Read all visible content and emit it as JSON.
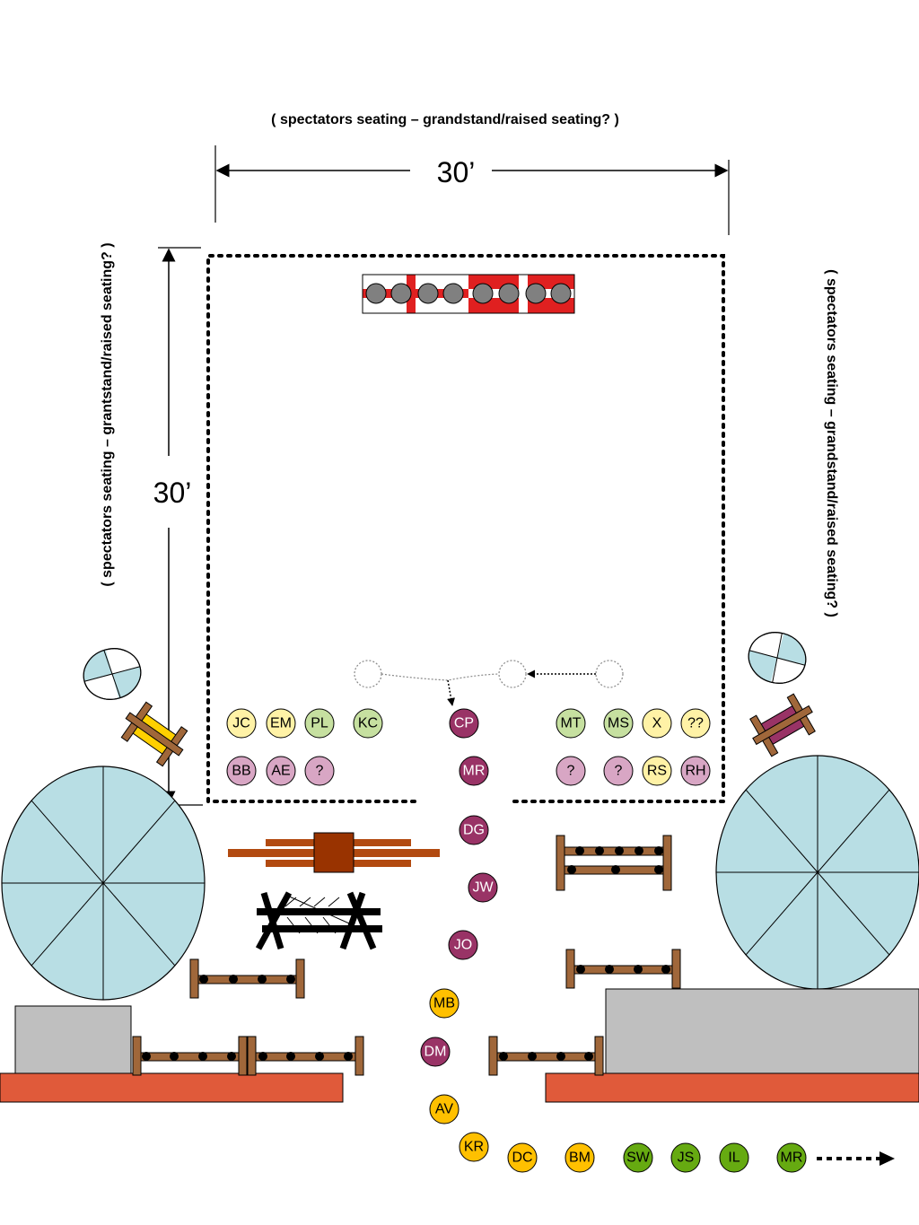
{
  "labels": {
    "top_spectators": "( spectators seating – grandstand/raised seating? )",
    "left_spectators": "( spectators seating – grantstand/raised seating? )",
    "right_spectators": "( spectators seating – grandstand/raised seating? )",
    "width_dimension": "30’",
    "height_dimension": "30’"
  },
  "colors": {
    "green": "#C6E0A0",
    "yellow": "#FFF2A6",
    "pink": "#D8A6C4",
    "maroon": "#993366",
    "gold": "#FFC000",
    "lime": "#66AA11",
    "lightblue": "#B8DEE4",
    "gray": "#BFBFBF",
    "brick": "#E05A3A",
    "wood": "#A0673A",
    "rust": "#B24A10"
  },
  "people": {
    "row1_left": [
      {
        "text": "JC",
        "color": "yellow"
      },
      {
        "text": "EM",
        "color": "yellow"
      },
      {
        "text": "PL",
        "color": "green"
      },
      {
        "text": "KC",
        "color": "green"
      }
    ],
    "row2_left": [
      {
        "text": "BB",
        "color": "pink"
      },
      {
        "text": "AE",
        "color": "pink"
      },
      {
        "text": "?",
        "color": "pink"
      }
    ],
    "row1_right": [
      {
        "text": "MT",
        "color": "green"
      },
      {
        "text": "MS",
        "color": "green"
      },
      {
        "text": "X",
        "color": "yellow"
      },
      {
        "text": "??",
        "color": "yellow"
      }
    ],
    "row2_right": [
      {
        "text": "?",
        "color": "pink"
      },
      {
        "text": "?",
        "color": "pink"
      },
      {
        "text": "RS",
        "color": "yellow"
      },
      {
        "text": "RH",
        "color": "pink"
      }
    ],
    "center_column": [
      {
        "text": "CP",
        "color": "maroon"
      },
      {
        "text": "MR",
        "color": "maroon"
      },
      {
        "text": "DG",
        "color": "maroon"
      },
      {
        "text": "JW",
        "color": "maroon"
      },
      {
        "text": "JO",
        "color": "maroon"
      },
      {
        "text": "MB",
        "color": "gold"
      },
      {
        "text": "DM",
        "color": "maroon"
      },
      {
        "text": "AV",
        "color": "gold"
      }
    ],
    "bottom_row": [
      {
        "text": "KR",
        "color": "gold"
      },
      {
        "text": "DC",
        "color": "gold"
      },
      {
        "text": "BM",
        "color": "gold"
      },
      {
        "text": "SW",
        "color": "lime"
      },
      {
        "text": "JS",
        "color": "lime"
      },
      {
        "text": "IL",
        "color": "lime"
      },
      {
        "text": "MR",
        "color": "lime"
      }
    ]
  }
}
